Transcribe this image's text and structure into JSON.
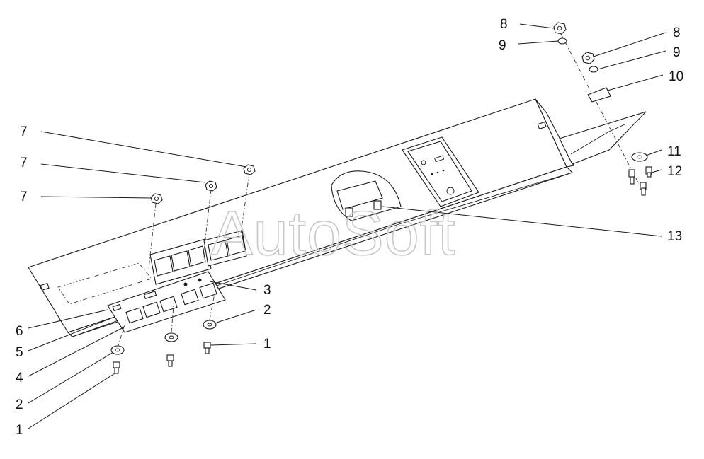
{
  "watermark": "AutoSoft",
  "callouts": {
    "c8a": "8",
    "c9a": "9",
    "c8b": "8",
    "c9b": "9",
    "c10": "10",
    "c11": "11",
    "c12": "12",
    "c13": "13",
    "c7a": "7",
    "c7b": "7",
    "c7c": "7",
    "c3": "3",
    "c2a": "2",
    "c1a": "1",
    "c6": "6",
    "c5": "5",
    "c4": "4",
    "c2b": "2",
    "c1b": "1"
  }
}
